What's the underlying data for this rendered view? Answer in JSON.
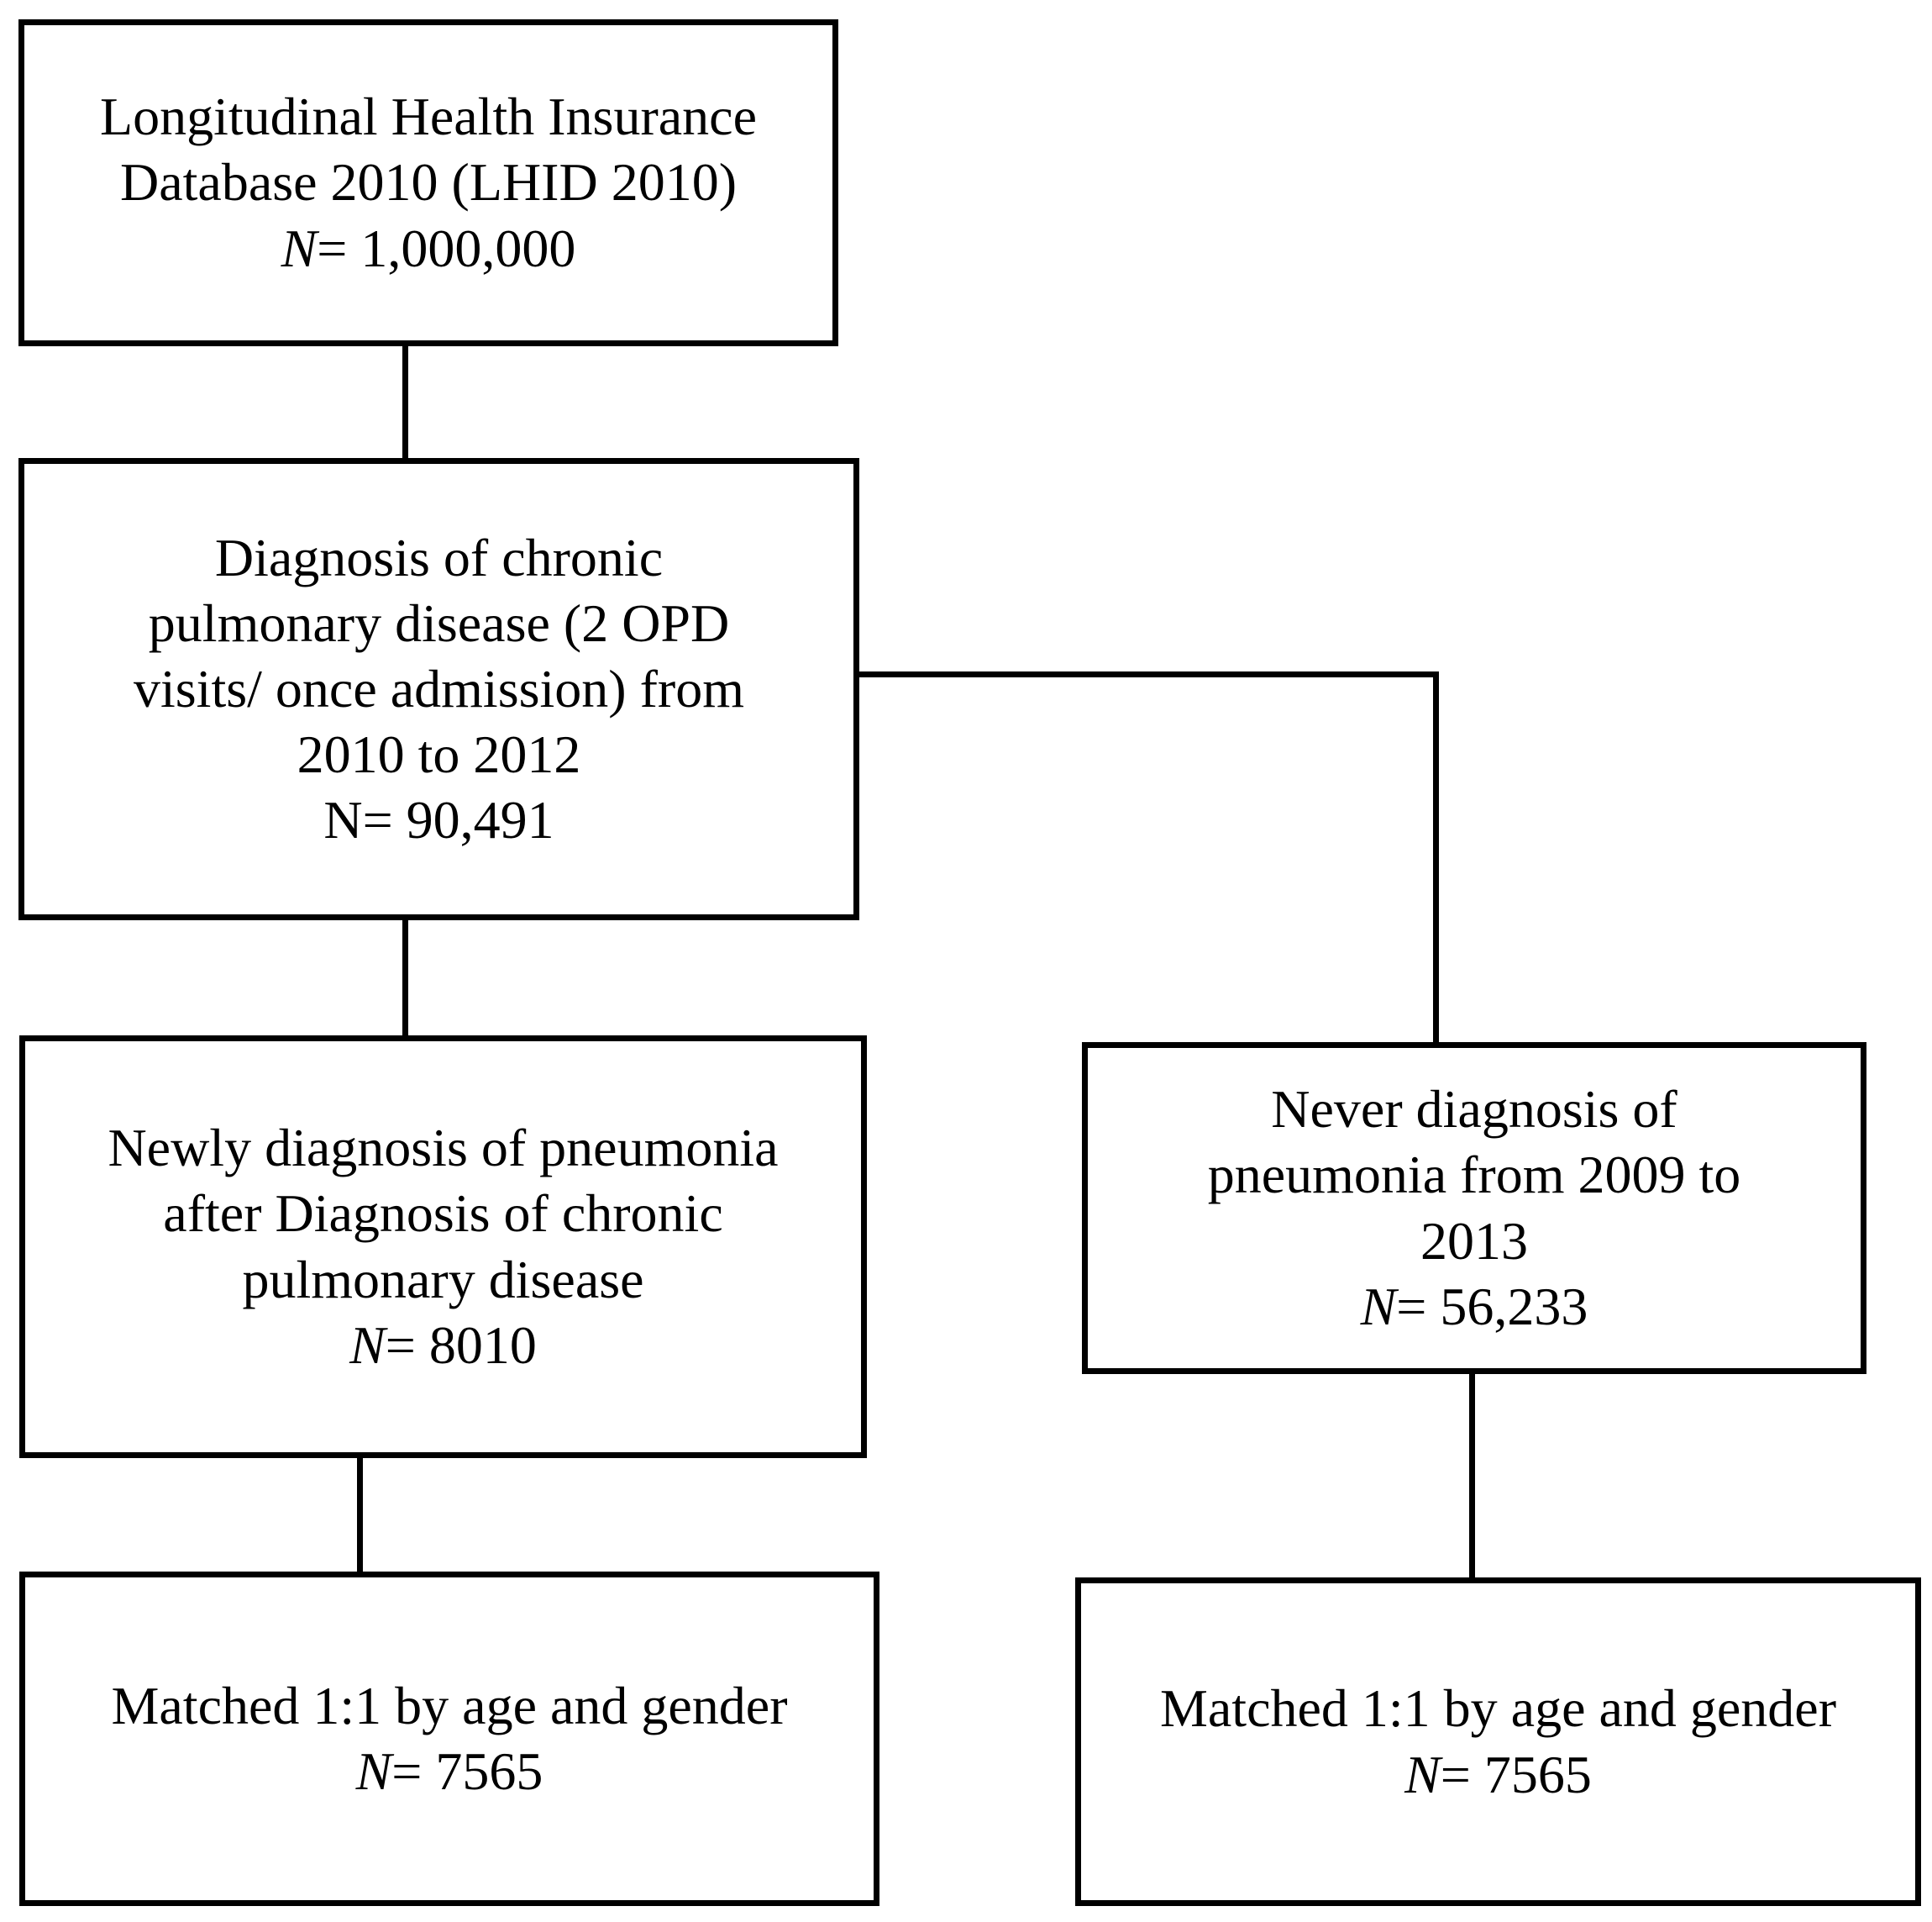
{
  "diagram": {
    "type": "flowchart",
    "title": "Study population selection flowchart",
    "stroke_color": "#000000",
    "background_color": "#ffffff",
    "nodes": [
      {
        "id": "lhid",
        "name": "source-database",
        "body": "Longitudinal Health Insurance\nDatabase 2010 (LHID 2010)",
        "count_label": "N",
        "count_label_style": "italic",
        "count_value": "= 1,000,000",
        "n_line": "N = 1,000,000"
      },
      {
        "id": "chronic",
        "name": "chronic-pulmonary-disease-cohort",
        "body": "Diagnosis of chronic\npulmonary disease (2 OPD\nvisits/ once admission) from\n2010 to 2012",
        "count_label": "N",
        "count_label_style": "roman",
        "count_value": "= 90,491",
        "n_line": "N = 90,491"
      },
      {
        "id": "pneumonia",
        "name": "newly-diagnosed-pneumonia-group",
        "body": "Newly diagnosis of pneumonia\nafter Diagnosis of chronic\npulmonary disease",
        "count_label": "N",
        "count_label_style": "italic",
        "count_value": "= 8010",
        "n_line": "N = 8010"
      },
      {
        "id": "matched_left",
        "name": "matched-pneumonia-group",
        "body": "Matched 1:1 by age and gender",
        "count_label": "N",
        "count_label_style": "italic",
        "count_value": "= 7565",
        "n_line": "N = 7565"
      },
      {
        "id": "never",
        "name": "never-diagnosed-pneumonia-group",
        "body": "Never diagnosis of\npneumonia from 2009 to\n2013",
        "count_label": "N",
        "count_label_style": "italic",
        "count_value": "= 56,233",
        "n_line": "N = 56,233"
      },
      {
        "id": "matched_right",
        "name": "matched-comparison-group",
        "body": "Matched 1:1 by age and gender",
        "count_label": "N",
        "count_label_style": "italic",
        "count_value": "= 7565",
        "n_line": "N = 7565"
      }
    ],
    "edges": [
      {
        "from": "lhid",
        "to": "chronic",
        "style": "vertical"
      },
      {
        "from": "chronic",
        "to": "pneumonia",
        "style": "vertical"
      },
      {
        "from": "pneumonia",
        "to": "matched_left",
        "style": "vertical"
      },
      {
        "from": "chronic",
        "to": "never",
        "style": "right-angle"
      },
      {
        "from": "never",
        "to": "matched_right",
        "style": "vertical"
      }
    ]
  }
}
